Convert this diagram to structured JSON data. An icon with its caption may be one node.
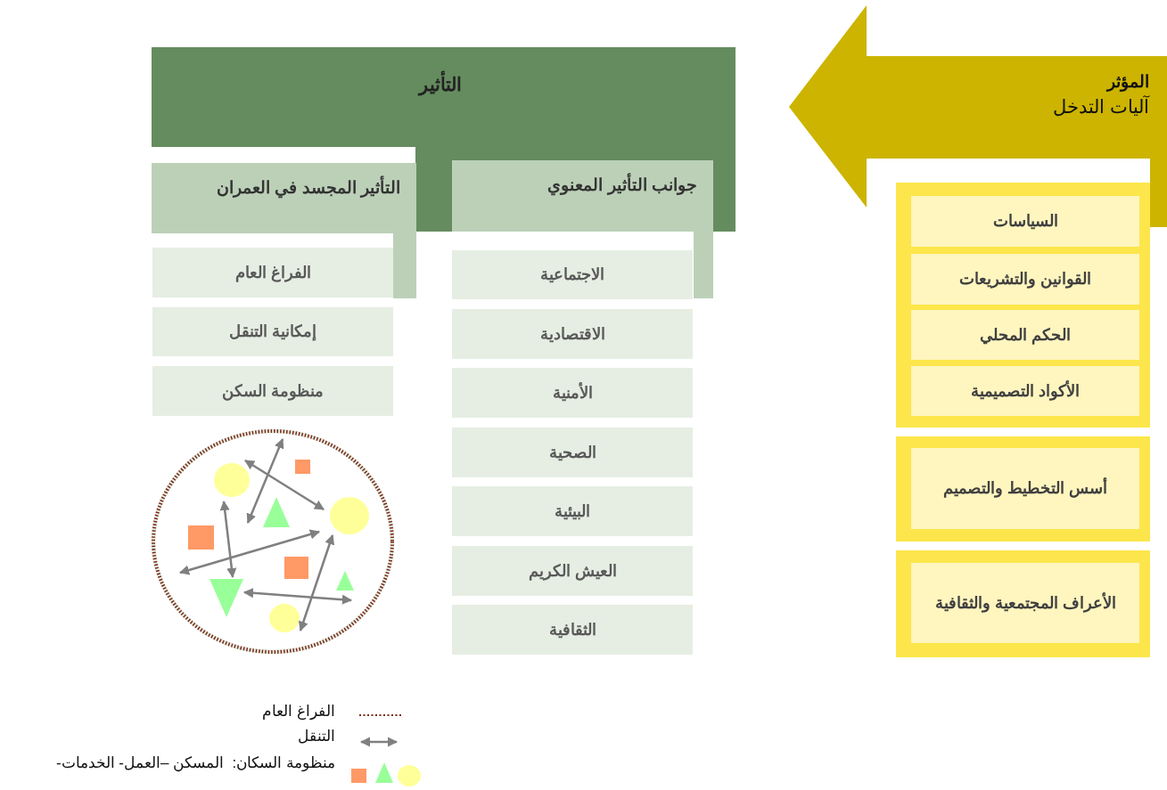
{
  "diagram": {
    "nodes": [
      {
        "text": [
          "المؤثر",
          "آليات التدخل"
        ]
      },
      {
        "text": [],
        "shape": "box"
      },
      {
        "text": [
          "السياسات"
        ],
        "in": 1
      },
      {
        "text": [
          "القوانين والتشريعات"
        ],
        "in": 1
      },
      {
        "text": [
          "الحكم المحلي"
        ],
        "in": 1
      },
      {
        "text": [
          "الأكواد التصميمية"
        ],
        "in": 1
      },
      {
        "text": [],
        "shape": "box"
      },
      {
        "text": [
          "أسس التخطيط والتصميم"
        ],
        "in": 6
      },
      {
        "text": [],
        "shape": "box"
      },
      {
        "text": [
          "الأعراف المجتمعية والثقافية"
        ],
        "in": 8
      },
      {
        "text": [
          "التأثير"
        ]
      },
      {
        "text": [
          "التأثير المجسد في العمران"
        ]
      },
      {
        "text": [
          "جوانب التأثير المعنوي"
        ]
      },
      {
        "text": [
          "الفراغ العام"
        ]
      },
      {
        "text": [
          "إمكانية التنقل"
        ]
      },
      {
        "text": [
          "منظومة السكن"
        ]
      },
      {
        "text": [
          "الاجتماعية"
        ]
      },
      {
        "text": [
          "الاقتصادية"
        ]
      },
      {
        "text": [
          "الأمنية"
        ]
      },
      {
        "text": [
          "الصحية"
        ]
      },
      {
        "text": [
          "البيئية"
        ]
      },
      {
        "text": [
          "العيش الكريم"
        ]
      },
      {
        "text": [
          "الثقافية"
        ]
      }
    ],
    "edges": [],
    "legend": [
      {
        "text": "الفراغ العام"
      },
      {
        "text": "التنقل"
      },
      {
        "text": "منظومة السكان:  المسكن –العمل- الخدمات-"
      }
    ]
  }
}
